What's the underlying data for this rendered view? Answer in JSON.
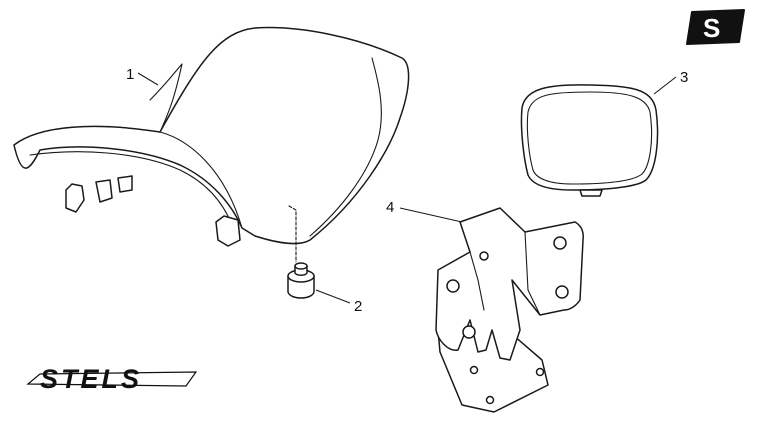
{
  "callouts": {
    "c1": "1",
    "c2": "2",
    "c3": "3",
    "c4": "4"
  },
  "brand": {
    "wordmark": "STELS",
    "logo_letter": "S"
  },
  "colors": {
    "line": "#1a1a1a",
    "background": "#ffffff"
  }
}
